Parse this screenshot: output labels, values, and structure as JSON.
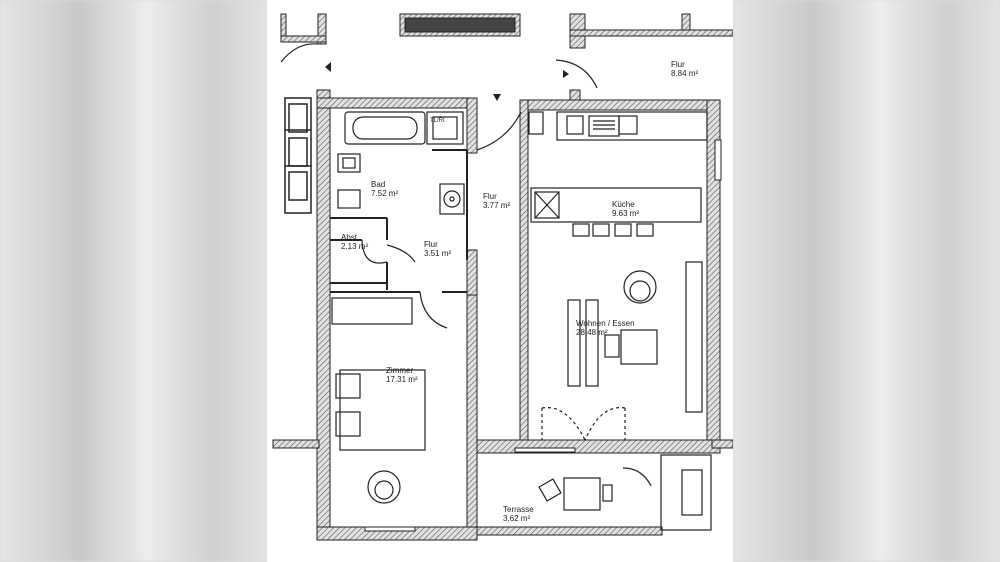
{
  "rooms": {
    "flur_top": {
      "name": "Flur",
      "area": "8.84 m²"
    },
    "bad": {
      "name": "Bad",
      "area": "7.52 m²"
    },
    "flur_main": {
      "name": "Flur",
      "area": "3.77 m²"
    },
    "kueche": {
      "name": "Küche",
      "area": "9.63 m²"
    },
    "abst": {
      "name": "Abst.",
      "area": "2.13 m²"
    },
    "flur_small": {
      "name": "Flur",
      "area": "3.51 m²"
    },
    "wohnen": {
      "name": "Wohnen / Essen",
      "area": "28.48 m²"
    },
    "zimmer": {
      "name": "Zimmer",
      "area": "17.31 m²"
    },
    "terrasse": {
      "name": "Terrasse",
      "area": "3.62 m²"
    }
  },
  "wc_label": "TL/RI",
  "colors": {
    "wall": "#2a2a2a",
    "wall_fill": "#cfcfcf",
    "line": "#333333",
    "background": "#ffffff"
  }
}
